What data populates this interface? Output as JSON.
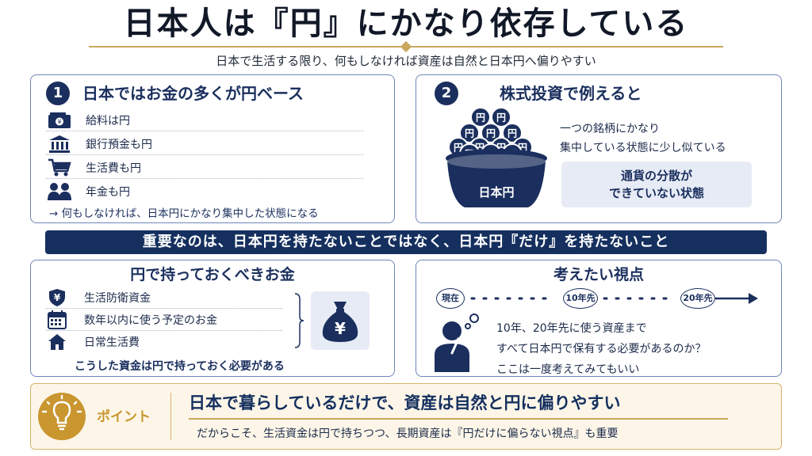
{
  "title": "日本人は『円』にかなり依存している",
  "subtitle": "日本で生活する限り、何もしなければ資産は自然と日本円へ偏りやすい",
  "section1": {
    "number": "1",
    "heading": "日本ではお金の多くが円ベース",
    "items": [
      {
        "label": "給料は円",
        "icon": "wallet-icon"
      },
      {
        "label": "銀行預金も円",
        "icon": "bank-icon"
      },
      {
        "label": "生活費も円",
        "icon": "cart-icon"
      },
      {
        "label": "年金も円",
        "icon": "people-icon"
      }
    ],
    "conclusion": "→ 何もしなければ、日本円にかなり集中した状態になる"
  },
  "section2": {
    "number": "2",
    "heading": "株式投資で例えると",
    "coin_label": "円",
    "basket_label": "日本円",
    "text_lines": [
      "一つの銘柄にかなり",
      "集中している状態に少し似ている"
    ],
    "callout_lines": [
      "通貨の分散が",
      "できていない状態"
    ]
  },
  "banner": "重要なのは、日本円を持たないことではなく、日本円『だけ』を持たないこと",
  "section3": {
    "heading": "円で持っておくべきお金",
    "items": [
      {
        "label": "生活防衛資金",
        "icon": "shield-yen-icon"
      },
      {
        "label": "数年以内に使う予定のお金",
        "icon": "calendar-icon"
      },
      {
        "label": "日常生活費",
        "icon": "house-icon"
      }
    ],
    "bag_symbol": "¥",
    "note": "こうした資金は円で持っておく必要がある"
  },
  "section4": {
    "heading": "考えたい視点",
    "timeline": [
      "現在",
      "10年先",
      "20年先"
    ],
    "text_lines": [
      "10年、20年先に使う資産まで",
      "すべて日本円で保有する必要があるのか？",
      "ここは一度考えてみてもいい"
    ]
  },
  "point": {
    "label": "ポイント",
    "main": "日本で暮らしているだけで、資産は自然と円に偏りやすい",
    "sub": "だからこそ、生活資金は円で持ちつつ、長期資産は『円だけに偏らない視点』も重要"
  },
  "colors": {
    "navy": "#1b2f5e",
    "gold": "#c9a85c",
    "accent_bg": "#e6ebf5"
  }
}
